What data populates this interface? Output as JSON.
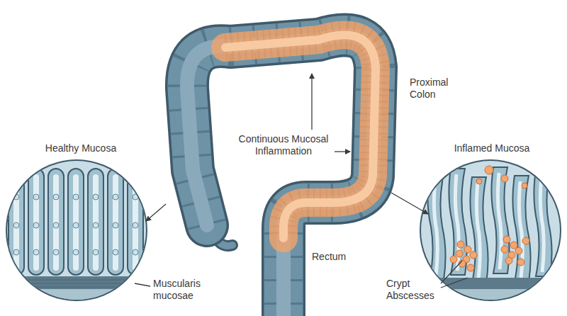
{
  "diagram": {
    "labels": [
      "Healthy Mucosa",
      "Muscularis mucosae",
      "Continuous Mucosal Inflammation",
      "Proximal Colon",
      "Inflamed Mucosa",
      "Rectum",
      "Crypt Abscesses"
    ]
  }
}
